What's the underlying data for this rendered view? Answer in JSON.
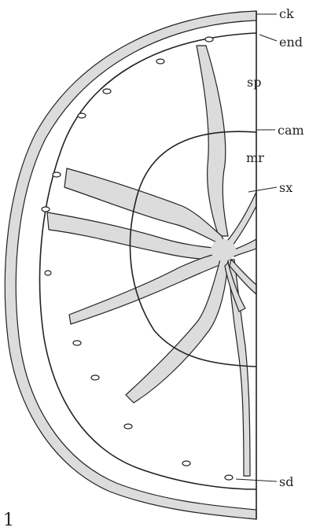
{
  "figure": {
    "number": "1",
    "labels": {
      "ck": "ck",
      "end": "end",
      "sp": "sp",
      "cam": "cam",
      "mr": "mr",
      "sx": "sx",
      "sd": "sd"
    }
  }
}
